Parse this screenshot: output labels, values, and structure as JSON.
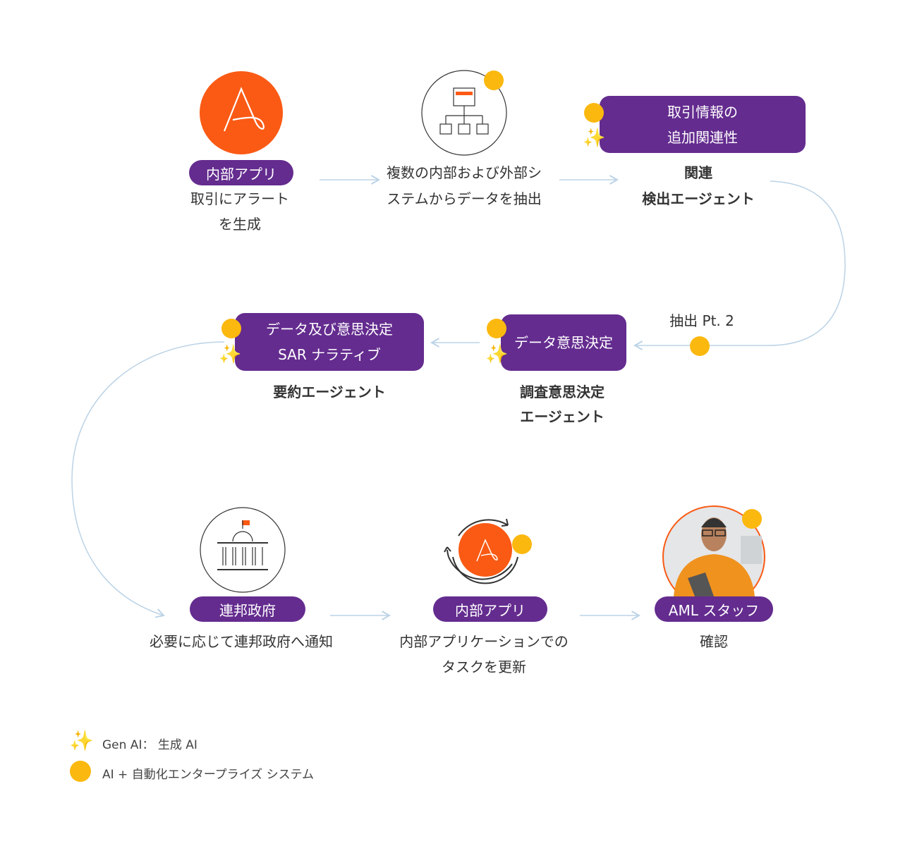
{
  "colors": {
    "purple": "#642c8f",
    "orange": "#fa5a14",
    "yellow": "#fbb80f",
    "line": "#bcd3e6"
  },
  "steps": {
    "s1": {
      "pill": "内部アプリ",
      "line1": "取引にアラート",
      "line2": "を生成"
    },
    "s2": {
      "line1": "複数の内部および外部シ",
      "line2": "ステムからデータを抽出"
    },
    "s3": {
      "box1": "取引情報の",
      "box2": "追加関連性",
      "line1": "関連",
      "line2": "検出エージェント"
    },
    "edge": {
      "label": "抽出 Pt. 2"
    },
    "s4": {
      "box1": "データ意思決定",
      "line1": "調査意思決定",
      "line2": "エージェント"
    },
    "s5": {
      "box1": "データ及び意思決定",
      "box2": "SAR ナラティブ",
      "line1": "要約エージェント"
    },
    "s6": {
      "pill": "連邦政府",
      "line1": "必要に応じて連邦政府へ通知"
    },
    "s7": {
      "pill": "内部アプリ",
      "line1": "内部アプリケーションでの",
      "line2": "タスクを更新"
    },
    "s8": {
      "pill": "AML スタッフ",
      "line1": "確認"
    }
  },
  "legend": {
    "genai": "Gen AI： 生成 AI",
    "automation": "AI + 自動化エンタープライズ システム"
  }
}
